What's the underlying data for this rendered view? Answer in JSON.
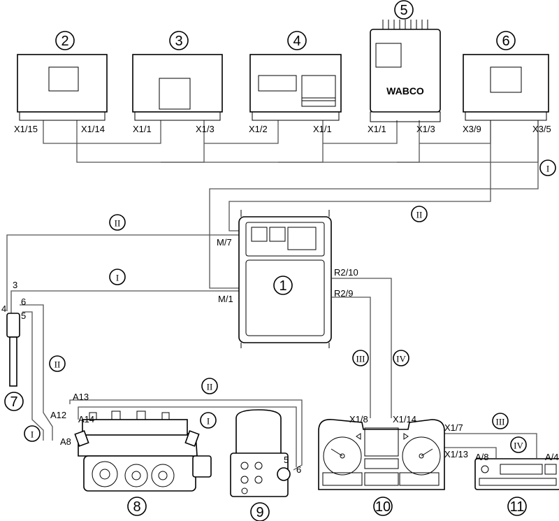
{
  "units": {
    "u1": {
      "num": "1",
      "pin_m7": "M/7",
      "pin_m1": "M/1",
      "pin_r210": "R2/10",
      "pin_r29": "R2/9"
    },
    "u2": {
      "num": "2",
      "pin_a": "X1/15",
      "pin_b": "X1/14"
    },
    "u3": {
      "num": "3",
      "pin_a": "X1/1",
      "pin_b": "X1/3"
    },
    "u4": {
      "num": "4",
      "pin_a": "X1/2",
      "pin_b": "X1/1"
    },
    "u5": {
      "num": "5",
      "pin_a": "X1/1",
      "pin_b": "X1/3",
      "brand": "WABCO"
    },
    "u6": {
      "num": "6",
      "pin_a": "X3/9",
      "pin_b": "X3/5"
    },
    "u7": {
      "num": "7",
      "pin_3": "3",
      "pin_4": "4",
      "pin_5": "5",
      "pin_6": "6"
    },
    "u8": {
      "num": "8",
      "pin_a13": "A13",
      "pin_a12": "A12",
      "pin_a14": "A14",
      "pin_a8": "A8"
    },
    "u9": {
      "num": "9",
      "pin_5": "5",
      "pin_6": "6"
    },
    "u10": {
      "num": "10",
      "pin_x18": "X1/8",
      "pin_x114": "X1/14",
      "pin_x17": "X1/7",
      "pin_x113": "X1/13"
    },
    "u11": {
      "num": "11",
      "pin_a8": "A/8",
      "pin_a4": "A/4"
    }
  },
  "buses": {
    "I": "I",
    "II": "II",
    "III": "III",
    "IV": "IV"
  }
}
